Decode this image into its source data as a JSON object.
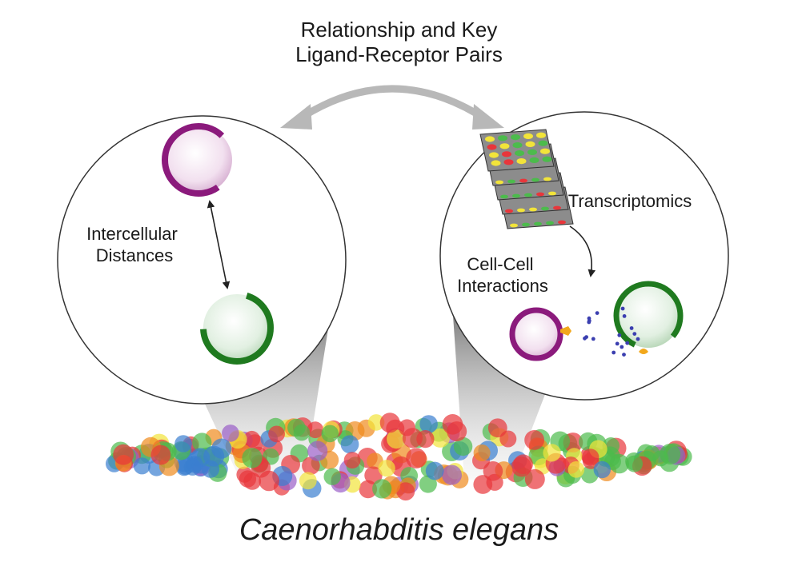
{
  "header": {
    "line1": "Relationship and Key",
    "line2": "Ligand-Receptor Pairs"
  },
  "left_panel": {
    "label_line1": "Intercellular",
    "label_line2": "Distances"
  },
  "right_panel": {
    "transcriptomics_label": "Transcriptomics",
    "interactions_line1": "Cell-Cell",
    "interactions_line2": "Interactions"
  },
  "footer": {
    "species": "Caenorhabditis elegans"
  },
  "colors": {
    "purple_cell": "#8b1a7c",
    "green_cell": "#1f7a1f",
    "red_dot": "#e8363b",
    "green_dot": "#4cbb4c",
    "yellow_dot": "#f2e43a",
    "blue_dot": "#3a7fd0",
    "orange_dot": "#f08a1c",
    "violet_dot": "#9a5ec8",
    "arrow_gray": "#b5b5b5",
    "ligand": "#f2a81c"
  }
}
